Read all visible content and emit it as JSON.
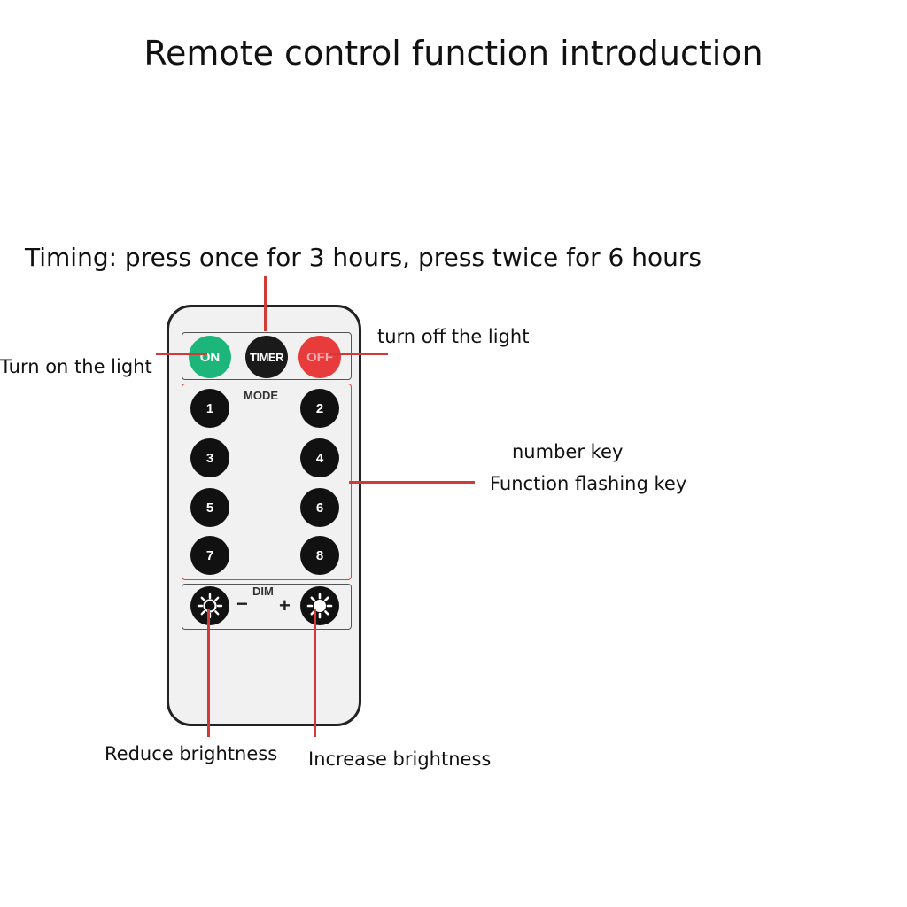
{
  "title": "Remote control function introduction",
  "timing_note": "Timing: press once for 3 hours, press twice for 6 hours",
  "callouts": {
    "turn_on": "Turn on the light",
    "turn_off": "turn off the light",
    "number_key": "number key",
    "function_flashing_key": "Function flashing key",
    "reduce_brightness": "Reduce brightness",
    "increase_brightness": "Increase brightness"
  },
  "remote": {
    "on_label": "ON",
    "timer_label": "TIMER",
    "off_label": "OFF",
    "mode_label": "MODE",
    "dim_label": "DIM",
    "minus_label": "−",
    "plus_label": "+",
    "number_keys": [
      "1",
      "2",
      "3",
      "4",
      "5",
      "6",
      "7",
      "8"
    ]
  },
  "colors": {
    "on": "#1db67a",
    "off": "#e83b3b",
    "callout_line": "#d23a3a"
  }
}
